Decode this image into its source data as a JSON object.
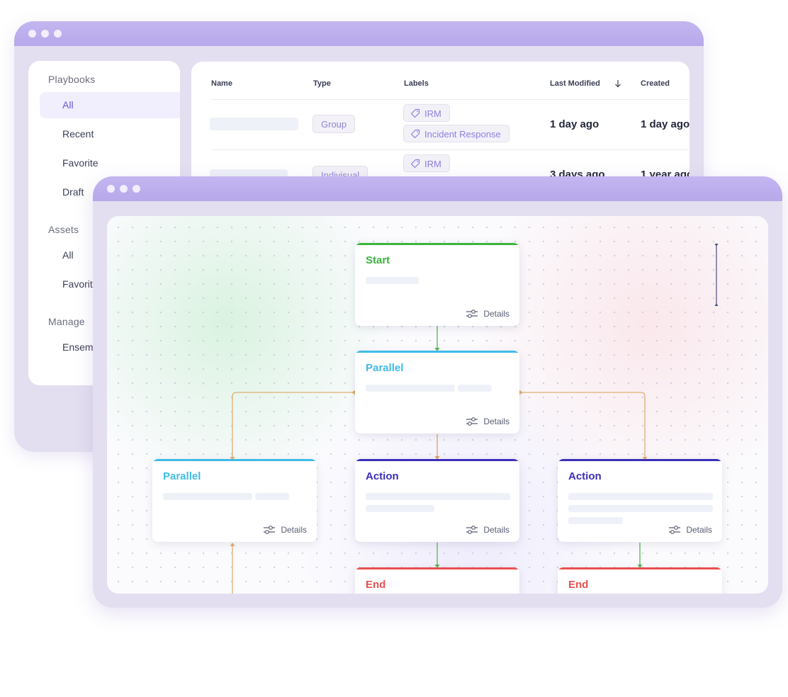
{
  "sidebar": {
    "sections": [
      {
        "label": "Playbooks",
        "items": [
          {
            "label": "All",
            "active": true
          },
          {
            "label": "Recent",
            "active": false
          },
          {
            "label": "Favorite",
            "active": false
          },
          {
            "label": "Draft",
            "active": false
          }
        ]
      },
      {
        "label": "Assets",
        "items": [
          {
            "label": "All",
            "active": false
          },
          {
            "label": "Favorite",
            "active": false
          }
        ]
      },
      {
        "label": "Manage",
        "items": [
          {
            "label": "Ensemble",
            "active": false
          }
        ]
      }
    ]
  },
  "table": {
    "columns": [
      "Name",
      "Type",
      "Labels",
      "Last Modified",
      "Created"
    ],
    "sort_icon": "arrow-down-icon",
    "rows": [
      {
        "type": "Group",
        "labels": [
          "IRM",
          "Incident Response"
        ],
        "last_modified": "1 day ago",
        "created": "1 day ago"
      },
      {
        "type": "Indivisual",
        "labels": [
          "IRM"
        ],
        "last_modified": "3 days ago",
        "created": "1 year ago"
      }
    ]
  },
  "flow": {
    "details_label": "Details",
    "nodes": [
      {
        "id": "start",
        "title": "Start",
        "color": "#3cb43c"
      },
      {
        "id": "parallel-1",
        "title": "Parallel",
        "color": "#3fbbe6"
      },
      {
        "id": "parallel-2",
        "title": "Parallel",
        "color": "#3fbbe6"
      },
      {
        "id": "action-1",
        "title": "Action",
        "color": "#3a2fb8"
      },
      {
        "id": "action-2",
        "title": "Action",
        "color": "#3a2fb8"
      },
      {
        "id": "end-1",
        "title": "End",
        "color": "#e85050"
      },
      {
        "id": "end-2",
        "title": "End",
        "color": "#e85050"
      }
    ],
    "edge_colors": {
      "success": "#4fb84f",
      "branch": "#e0b070",
      "main": "#dda066"
    }
  }
}
